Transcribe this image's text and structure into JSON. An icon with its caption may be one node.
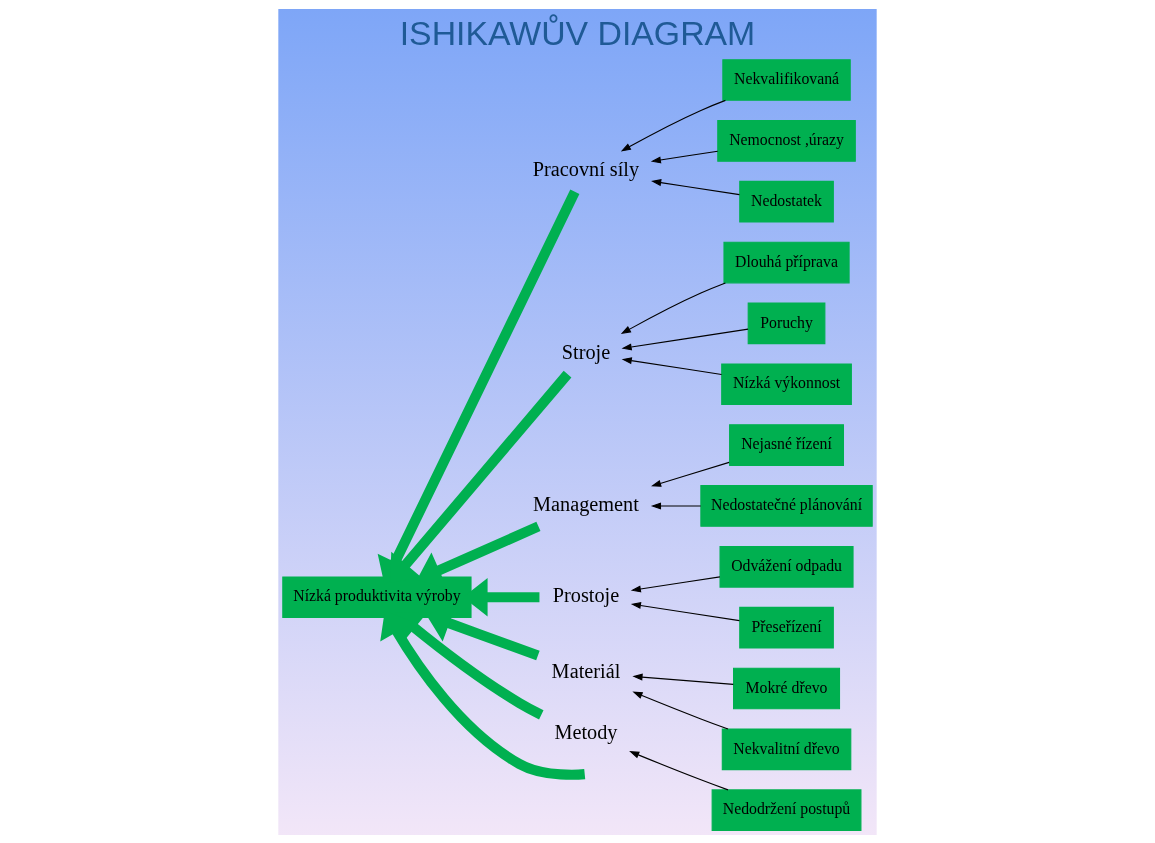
{
  "diagram": {
    "title": "ISHIKAWŮV DIAGRAM",
    "nodes": [
      {
        "text": [
          "Nízká produktivita výroby"
        ]
      },
      {
        "text": [
          "Pracovní síly"
        ]
      },
      {
        "text": [
          "Nekvalifikovaná"
        ]
      },
      {
        "text": [
          "Nemocnost ,úrazy"
        ]
      },
      {
        "text": [
          "Nedostatek"
        ]
      },
      {
        "text": [
          "Stroje"
        ]
      },
      {
        "text": [
          "Dlouhá příprava"
        ]
      },
      {
        "text": [
          "Poruchy"
        ]
      },
      {
        "text": [
          "Nízká výkonnost"
        ]
      },
      {
        "text": [
          "Management"
        ]
      },
      {
        "text": [
          "Nejasné řízení"
        ]
      },
      {
        "text": [
          "Nedostatečné plánování"
        ]
      },
      {
        "text": [
          "Prostoje"
        ]
      },
      {
        "text": [
          "Odvážení odpadu"
        ]
      },
      {
        "text": [
          "Přeseřízení"
        ]
      },
      {
        "text": [
          "Materiál"
        ]
      },
      {
        "text": [
          "Mokré dřevo"
        ]
      },
      {
        "text": [
          "Nekvalitní dřevo"
        ]
      },
      {
        "text": [
          "Metody"
        ]
      },
      {
        "text": [
          "Nedodržení postupů"
        ]
      }
    ],
    "edges": [
      {
        "from": null,
        "to": 0,
        "arrow": "to",
        "style": "thick",
        "color": "#00b050"
      },
      {
        "from": 1,
        "to": 0,
        "arrow": "to",
        "style": "thick",
        "color": "#00b050"
      },
      {
        "from": 2,
        "to": 1,
        "arrow": "to"
      },
      {
        "from": 3,
        "to": 1,
        "arrow": "to"
      },
      {
        "from": 4,
        "to": 1,
        "arrow": "to"
      },
      {
        "from": 5,
        "to": 0,
        "arrow": "to",
        "style": "thick",
        "color": "#00b050"
      },
      {
        "from": 6,
        "to": 5,
        "arrow": "to"
      },
      {
        "from": 7,
        "to": 5,
        "arrow": "to"
      },
      {
        "from": 8,
        "to": 5,
        "arrow": "to"
      },
      {
        "from": 9,
        "to": 0,
        "arrow": "to",
        "style": "thick",
        "color": "#00b050"
      },
      {
        "from": 10,
        "to": 9,
        "arrow": "to"
      },
      {
        "from": 11,
        "to": 9,
        "arrow": "to"
      },
      {
        "from": 12,
        "to": 0,
        "arrow": "to",
        "style": "thick",
        "color": "#00b050"
      },
      {
        "from": 13,
        "to": 12,
        "arrow": "to"
      },
      {
        "from": 14,
        "to": 12,
        "arrow": "to"
      },
      {
        "from": 15,
        "to": 0,
        "arrow": "to",
        "style": "thick",
        "color": "#00b050"
      },
      {
        "from": 16,
        "to": 15,
        "arrow": "to"
      },
      {
        "from": 17,
        "to": 15,
        "arrow": "to"
      },
      {
        "from": 18,
        "to": 0,
        "arrow": "to",
        "style": "thick",
        "color": "#00b050"
      },
      {
        "from": 19,
        "to": 18,
        "arrow": "to"
      }
    ]
  }
}
